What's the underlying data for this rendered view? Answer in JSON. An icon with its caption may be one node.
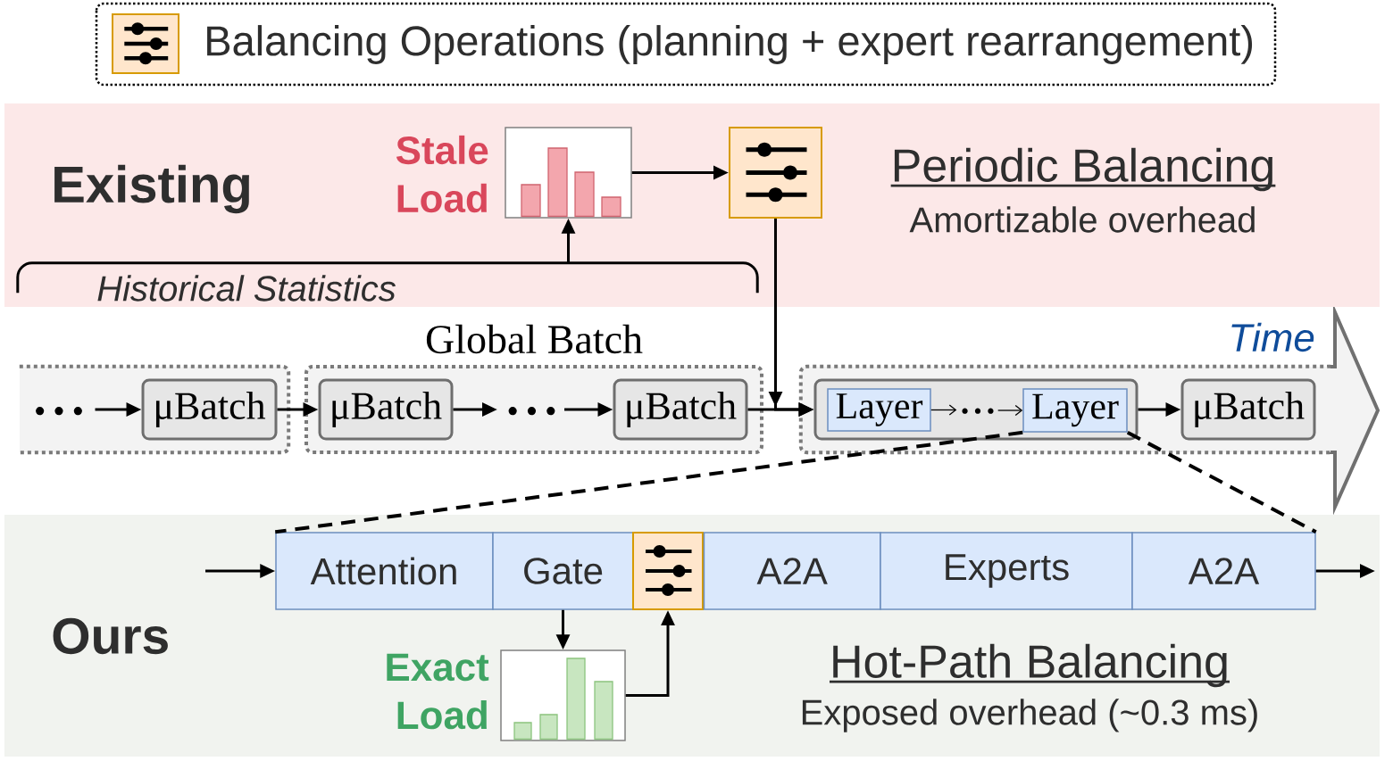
{
  "diagram": {
    "nodes": [
      {
        "text": [
          "Existing"
        ]
      },
      {
        "text": [
          "Stale Load"
        ],
        "in": 0
      },
      {
        "text": [],
        "shape": "box",
        "in": 0
      },
      {
        "text": [
          "Historical Statistics"
        ],
        "in": 0
      },
      {
        "text": [],
        "shape": "box"
      },
      {
        "text": [
          "• • •"
        ],
        "in": 4
      },
      {
        "text": [
          "μBatch"
        ],
        "in": 4
      },
      {
        "text": [
          "Global Batch"
        ]
      },
      {
        "text": [
          "μBatch"
        ],
        "in": 7
      },
      {
        "text": [
          "• • •"
        ],
        "in": 7
      },
      {
        "text": [
          "μBatch"
        ],
        "in": 7
      },
      {
        "text": [],
        "shape": "box"
      },
      {
        "text": [],
        "shape": "box",
        "in": 11
      },
      {
        "text": [
          "Layer"
        ],
        "in": 12
      },
      {
        "text": [
          "• • •"
        ],
        "in": 12
      },
      {
        "text": [
          "Layer"
        ],
        "in": 12
      },
      {
        "text": [
          "μBatch"
        ],
        "in": 11
      },
      {
        "text": [
          "Ours"
        ]
      },
      {
        "text": [
          "Attention"
        ],
        "in": 17
      },
      {
        "text": [
          "Gate"
        ],
        "in": 17
      },
      {
        "text": [],
        "shape": "box",
        "in": 17
      },
      {
        "text": [
          "A2A"
        ],
        "in": 17
      },
      {
        "text": [
          "Experts"
        ],
        "in": 17
      },
      {
        "text": [
          "A2A"
        ],
        "in": 17
      },
      {
        "text": [
          "Exact Load"
        ],
        "in": 17
      }
    ],
    "edges": [
      {
        "from": 3,
        "to": 1,
        "arrow": "to"
      },
      {
        "from": 1,
        "to": 2,
        "arrow": "to"
      },
      {
        "from": 2,
        "to": 12,
        "arrow": "to"
      },
      {
        "from": 5,
        "to": 6,
        "arrow": "to"
      },
      {
        "from": 6,
        "to": 8,
        "arrow": "to"
      },
      {
        "from": 8,
        "to": 9,
        "arrow": "to"
      },
      {
        "from": 9,
        "to": 10,
        "arrow": "to"
      },
      {
        "from": 10,
        "to": 12,
        "arrow": "to"
      },
      {
        "from": 13,
        "to": 14,
        "arrow": "to"
      },
      {
        "from": 14,
        "to": 15,
        "arrow": "to"
      },
      {
        "from": 12,
        "to": 16,
        "arrow": "to"
      },
      {
        "from": 15,
        "to": 18,
        "arrow": "none",
        "style": "dashed"
      },
      {
        "from": 15,
        "to": 23,
        "arrow": "none",
        "style": "dashed"
      },
      {
        "from": null,
        "to": 18,
        "arrow": "to"
      },
      {
        "from": 19,
        "to": 24,
        "arrow": "to"
      },
      {
        "from": 24,
        "to": 20,
        "arrow": "to"
      },
      {
        "from": 23,
        "to": null,
        "arrow": "to"
      }
    ],
    "labels": [
      "Periodic Balancing",
      "Amortizable overhead",
      "Time",
      "Hot-Path Balancing",
      "Exposed overhead (~0.3 ms)"
    ],
    "legend": [
      {
        "text": "Balancing Operations (planning + expert rearrangement)"
      }
    ]
  }
}
